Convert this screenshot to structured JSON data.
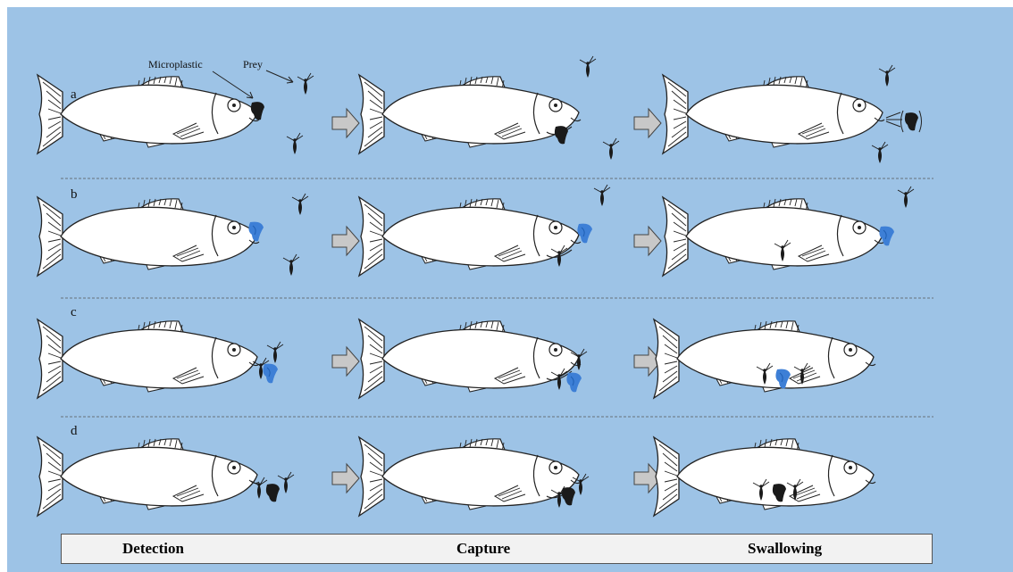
{
  "rows": [
    {
      "label": "a"
    },
    {
      "label": "b"
    },
    {
      "label": "c"
    },
    {
      "label": "d"
    }
  ],
  "annotations": {
    "microplastic": "Microplastic",
    "prey": "Prey"
  },
  "stages": [
    "Detection",
    "Capture",
    "Swallowing"
  ],
  "colors": {
    "background": "#9dc3e6",
    "fish_fill": "#ffffff",
    "outline": "#222222",
    "microplastic_blue": "#3d7fd6",
    "microplastic_black": "#1a1a1a",
    "arrow": "#c8c8c8"
  }
}
